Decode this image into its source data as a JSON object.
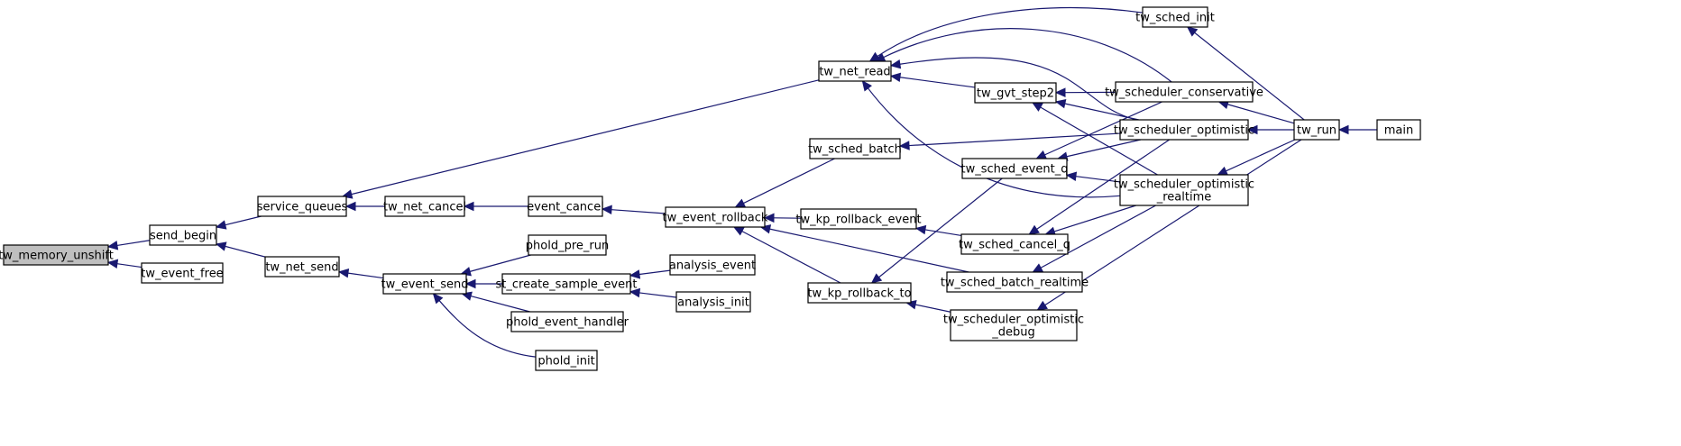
{
  "colors": {
    "edge": "#191970",
    "node_fill": "#ffffff",
    "highlight_fill": "#bfbfbf",
    "border": "#000000"
  },
  "nodes": [
    {
      "id": "tw_memory_unshift",
      "label": "tw_memory_unshift",
      "highlight": true
    },
    {
      "id": "send_begin",
      "label": "send_begin"
    },
    {
      "id": "tw_event_free",
      "label": "tw_event_free"
    },
    {
      "id": "service_queues",
      "label": "service_queues"
    },
    {
      "id": "tw_net_send",
      "label": "tw_net_send"
    },
    {
      "id": "tw_net_cancel",
      "label": "tw_net_cancel"
    },
    {
      "id": "tw_event_send",
      "label": "tw_event_send"
    },
    {
      "id": "event_cancel",
      "label": "event_cancel"
    },
    {
      "id": "phold_pre_run",
      "label": "phold_pre_run"
    },
    {
      "id": "st_create_sample_event",
      "label": "st_create_sample_event"
    },
    {
      "id": "phold_event_handler",
      "label": "phold_event_handler"
    },
    {
      "id": "phold_init",
      "label": "phold_init"
    },
    {
      "id": "analysis_event",
      "label": "analysis_event"
    },
    {
      "id": "analysis_init",
      "label": "analysis_init"
    },
    {
      "id": "tw_event_rollback",
      "label": "tw_event_rollback"
    },
    {
      "id": "tw_net_read",
      "label": "tw_net_read"
    },
    {
      "id": "tw_sched_batch",
      "label": "tw_sched_batch"
    },
    {
      "id": "tw_kp_rollback_event",
      "label": "tw_kp_rollback_event"
    },
    {
      "id": "tw_kp_rollback_to",
      "label": "tw_kp_rollback_to"
    },
    {
      "id": "tw_gvt_step2",
      "label": "tw_gvt_step2"
    },
    {
      "id": "tw_sched_event_q",
      "label": "tw_sched_event_q"
    },
    {
      "id": "tw_sched_cancel_q",
      "label": "tw_sched_cancel_q"
    },
    {
      "id": "tw_sched_batch_realtime",
      "label": "tw_sched_batch_realtime"
    },
    {
      "id": "tw_scheduler_optimistic_debug",
      "label": [
        "tw_scheduler_optimistic",
        "_debug"
      ]
    },
    {
      "id": "tw_sched_init",
      "label": "tw_sched_init"
    },
    {
      "id": "tw_scheduler_conservative",
      "label": "tw_scheduler_conservative"
    },
    {
      "id": "tw_scheduler_optimistic",
      "label": "tw_scheduler_optimistic"
    },
    {
      "id": "tw_scheduler_optimistic_realtime",
      "label": [
        "tw_scheduler_optimistic",
        "_realtime"
      ]
    },
    {
      "id": "tw_run",
      "label": "tw_run"
    },
    {
      "id": "main",
      "label": "main"
    }
  ],
  "edges": [
    [
      "send_begin",
      "tw_memory_unshift"
    ],
    [
      "tw_event_free",
      "tw_memory_unshift"
    ],
    [
      "service_queues",
      "send_begin"
    ],
    [
      "tw_net_send",
      "send_begin"
    ],
    [
      "tw_net_read",
      "service_queues"
    ],
    [
      "tw_net_cancel",
      "service_queues"
    ],
    [
      "tw_event_send",
      "tw_net_send"
    ],
    [
      "event_cancel",
      "tw_net_cancel"
    ],
    [
      "phold_pre_run",
      "tw_event_send"
    ],
    [
      "st_create_sample_event",
      "tw_event_send"
    ],
    [
      "phold_event_handler",
      "tw_event_send"
    ],
    [
      "phold_init",
      "tw_event_send"
    ],
    [
      "analysis_event",
      "st_create_sample_event"
    ],
    [
      "analysis_init",
      "st_create_sample_event"
    ],
    [
      "tw_event_rollback",
      "event_cancel"
    ],
    [
      "tw_sched_batch",
      "tw_event_rollback"
    ],
    [
      "tw_kp_rollback_event",
      "tw_event_rollback"
    ],
    [
      "tw_kp_rollback_to",
      "tw_event_rollback"
    ],
    [
      "tw_sched_batch_realtime",
      "tw_event_rollback"
    ],
    [
      "tw_sched_init",
      "tw_net_read"
    ],
    [
      "tw_scheduler_conservative",
      "tw_net_read"
    ],
    [
      "tw_scheduler_optimistic",
      "tw_net_read"
    ],
    [
      "tw_scheduler_optimistic_realtime",
      "tw_net_read"
    ],
    [
      "tw_gvt_step2",
      "tw_net_read"
    ],
    [
      "tw_scheduler_conservative",
      "tw_gvt_step2"
    ],
    [
      "tw_scheduler_optimistic",
      "tw_gvt_step2"
    ],
    [
      "tw_scheduler_optimistic_realtime",
      "tw_gvt_step2"
    ],
    [
      "tw_scheduler_optimistic",
      "tw_sched_batch"
    ],
    [
      "tw_sched_cancel_q",
      "tw_kp_rollback_event"
    ],
    [
      "tw_sched_event_q",
      "tw_kp_rollback_to"
    ],
    [
      "tw_scheduler_optimistic_debug",
      "tw_kp_rollback_to"
    ],
    [
      "tw_scheduler_conservative",
      "tw_sched_event_q"
    ],
    [
      "tw_scheduler_optimistic",
      "tw_sched_event_q"
    ],
    [
      "tw_scheduler_optimistic_realtime",
      "tw_sched_event_q"
    ],
    [
      "tw_scheduler_optimistic",
      "tw_sched_cancel_q"
    ],
    [
      "tw_scheduler_optimistic_realtime",
      "tw_sched_cancel_q"
    ],
    [
      "tw_scheduler_optimistic_realtime",
      "tw_sched_batch_realtime"
    ],
    [
      "tw_run",
      "tw_sched_init"
    ],
    [
      "tw_run",
      "tw_scheduler_conservative"
    ],
    [
      "tw_run",
      "tw_scheduler_optimistic"
    ],
    [
      "tw_run",
      "tw_scheduler_optimistic_realtime"
    ],
    [
      "tw_run",
      "tw_scheduler_optimistic_debug"
    ],
    [
      "main",
      "tw_run"
    ]
  ]
}
